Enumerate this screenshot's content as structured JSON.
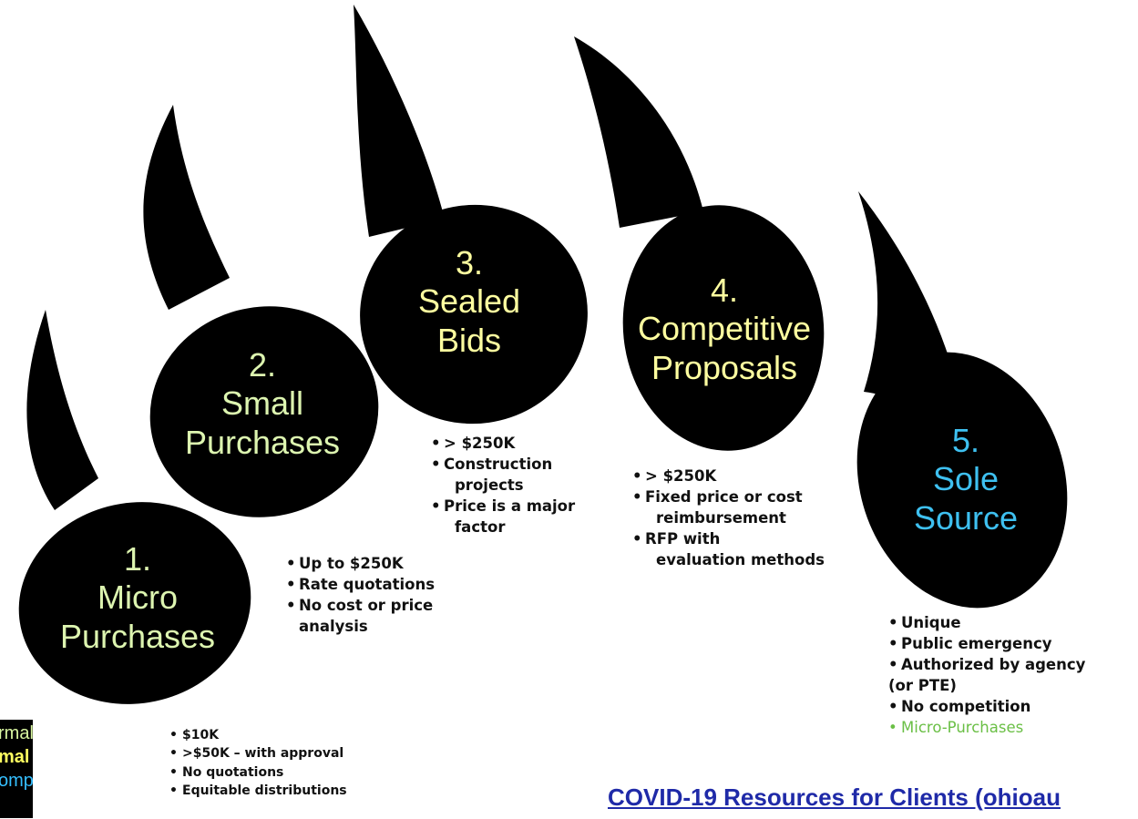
{
  "colors": {
    "pad": "#000000",
    "label_light": "#ddf5b0",
    "label_yellow": "#ffffa0",
    "label_blue": "#3ec0f0",
    "bullet_text": "#111111",
    "bullet_green": "#6abf45",
    "link": "#1f2aa8",
    "legend_1": "#d8f5a0",
    "legend_2": "#ffff60",
    "legend_3": "#35bfff"
  },
  "pads": [
    {
      "number": "1.",
      "name_lines": [
        "Micro",
        "Purchases"
      ],
      "bullets": [
        "$10K",
        ">$50K – with approval",
        "No quotations",
        "Equitable distributions"
      ]
    },
    {
      "number": "2.",
      "name_lines": [
        "Small",
        "Purchases"
      ],
      "bullets": [
        "Up to $250K",
        "Rate quotations",
        "No cost or price",
        "analysis"
      ]
    },
    {
      "number": "3.",
      "name_lines": [
        "Sealed",
        "Bids"
      ],
      "bullets": [
        "> $250K",
        "Construction",
        "projects",
        "Price is a major",
        "factor"
      ]
    },
    {
      "number": "4.",
      "name_lines": [
        "Competitive",
        "Proposals"
      ],
      "bullets": [
        "> $250K",
        "Fixed price or cost",
        "reimbursement",
        "RFP with",
        "evaluation methods"
      ]
    },
    {
      "number": "5.",
      "name_lines": [
        "Sole",
        "Source"
      ],
      "bullets": [
        "Unique",
        "Public emergency",
        "Authorized by agency",
        "(or PTE)",
        "No competition",
        "Micro-Purchases"
      ]
    }
  ],
  "legend": [
    "rmal",
    "mal",
    "omp"
  ],
  "link_text": "COVID-19 Resources for Clients (ohioau"
}
